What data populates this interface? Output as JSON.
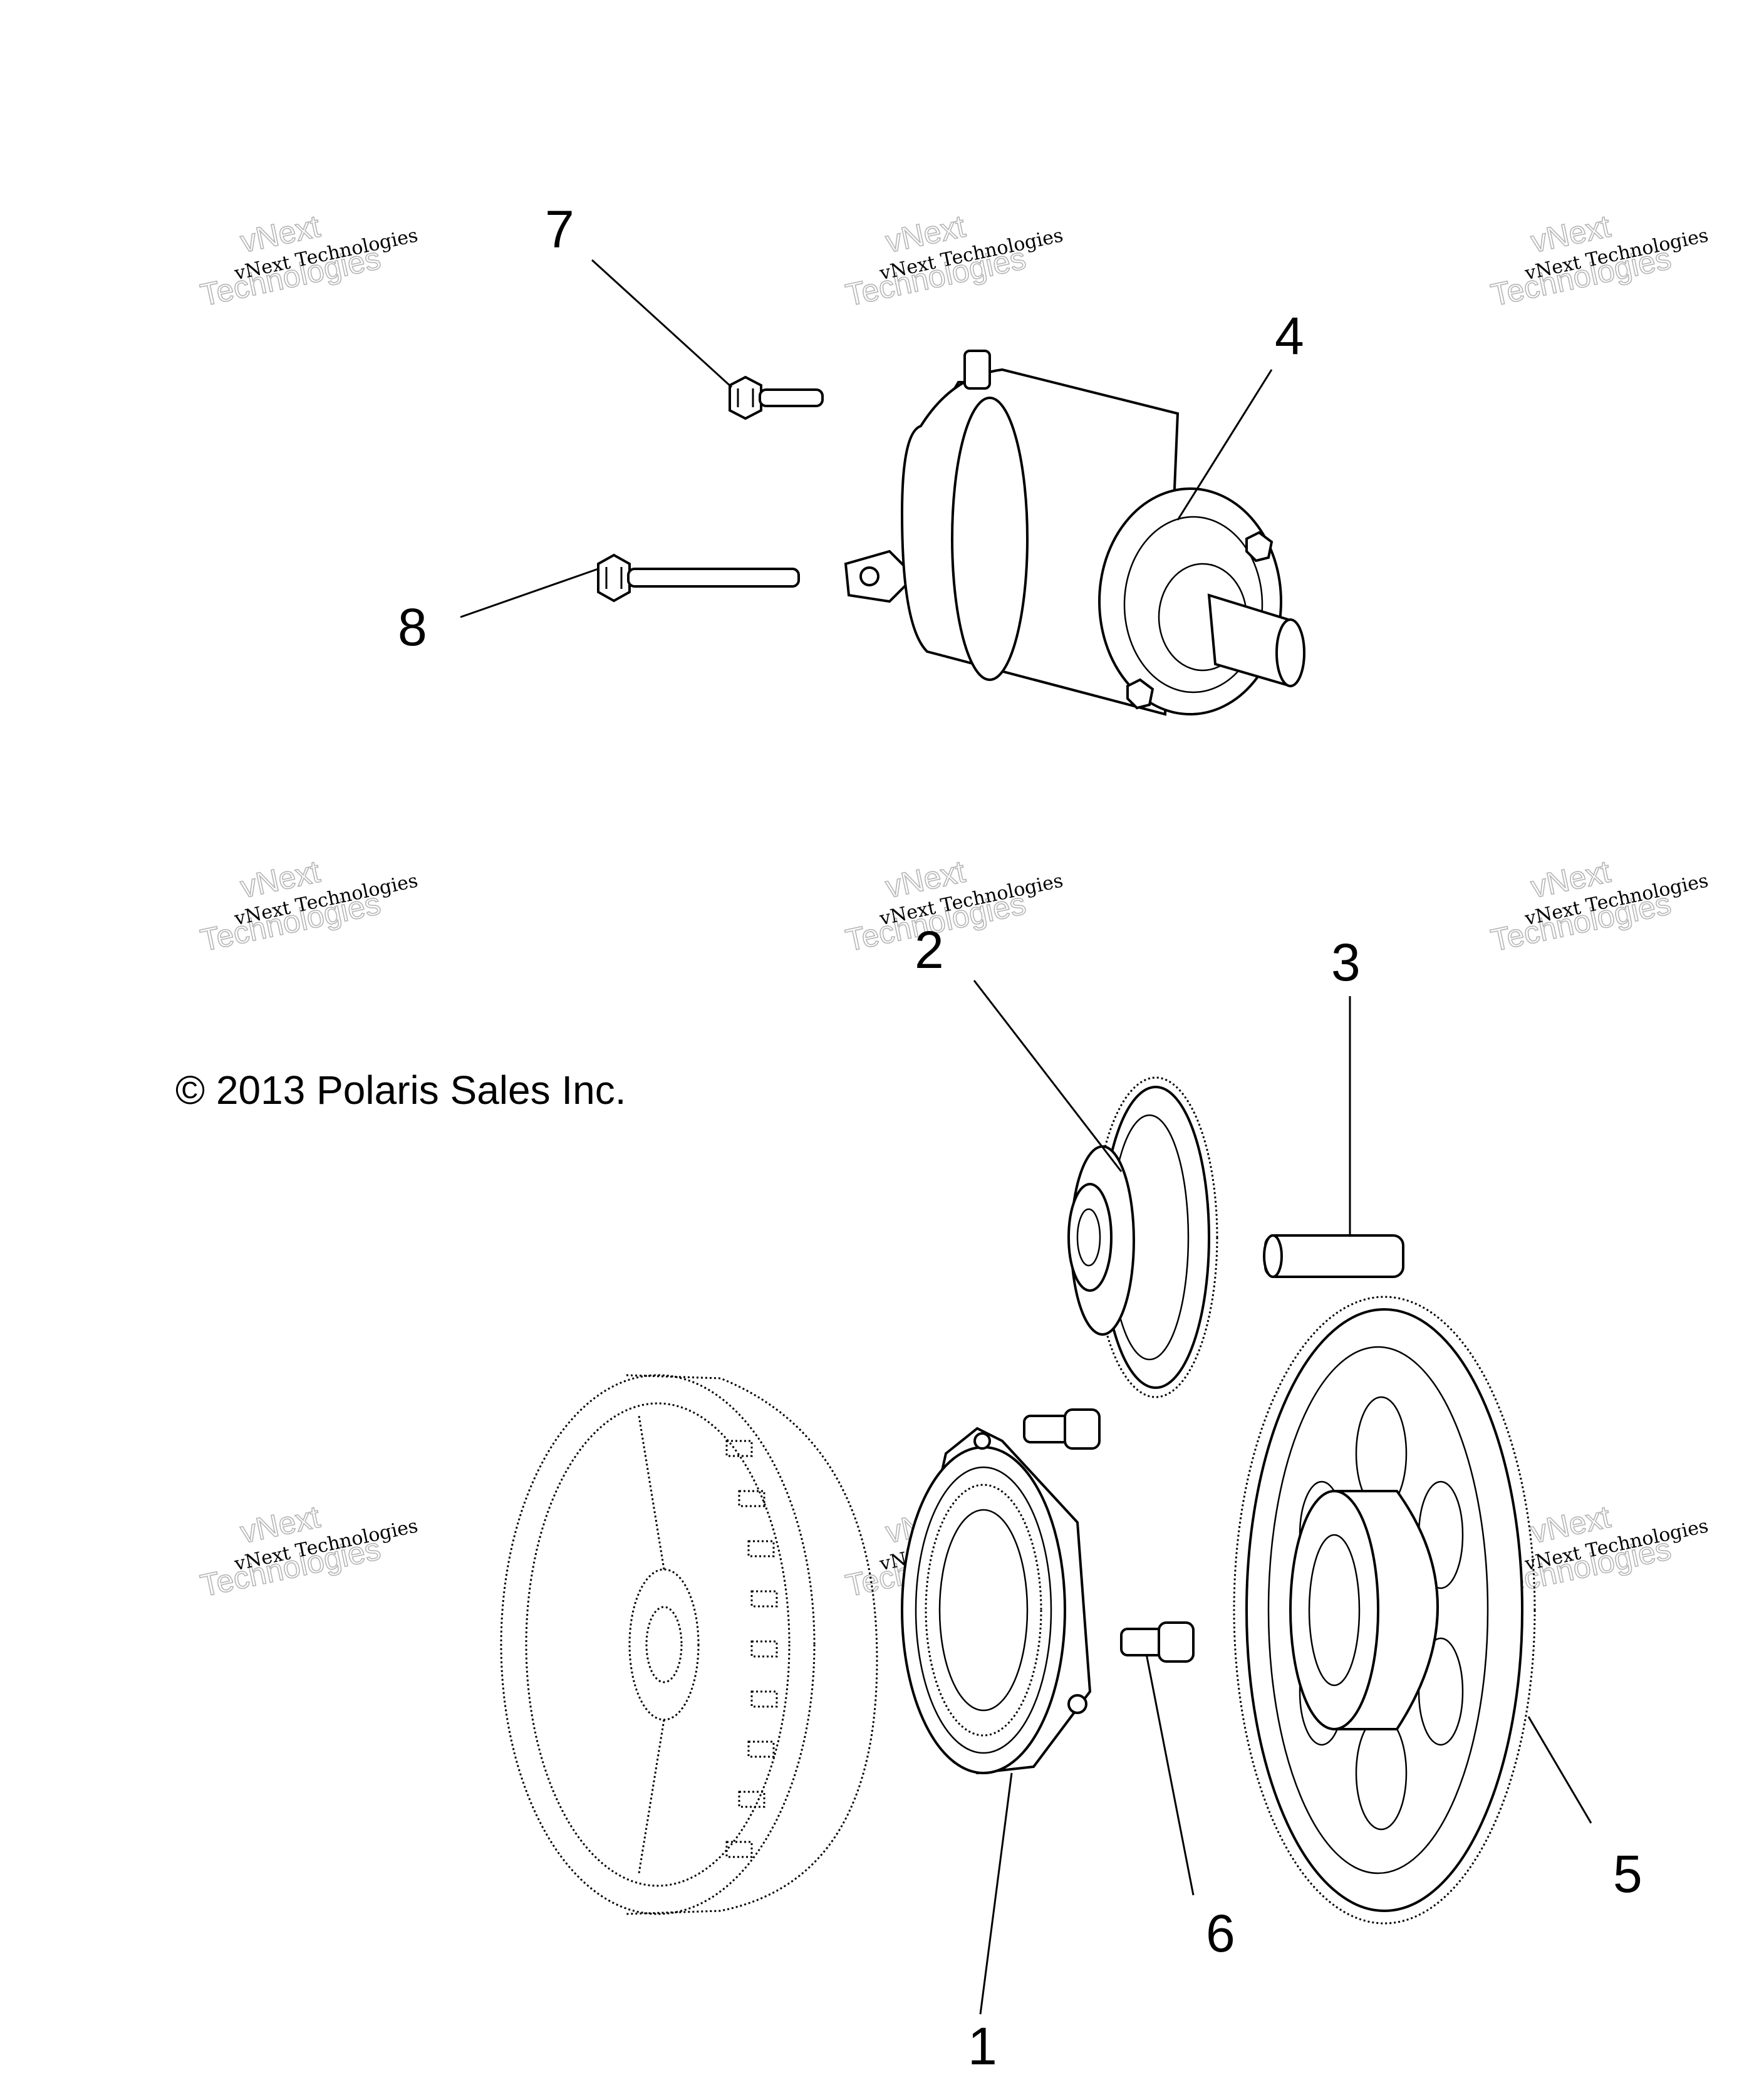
{
  "copyright": "© 2013 Polaris Sales Inc.",
  "callouts": [
    {
      "id": "1",
      "label": "1"
    },
    {
      "id": "2",
      "label": "2"
    },
    {
      "id": "3",
      "label": "3"
    },
    {
      "id": "4",
      "label": "4"
    },
    {
      "id": "5",
      "label": "5"
    },
    {
      "id": "6",
      "label": "6"
    },
    {
      "id": "7",
      "label": "7"
    },
    {
      "id": "8",
      "label": "8"
    }
  ],
  "watermark": {
    "line1": "vNext Technologies",
    "line2": "vNext",
    "line3": "Technologies"
  }
}
